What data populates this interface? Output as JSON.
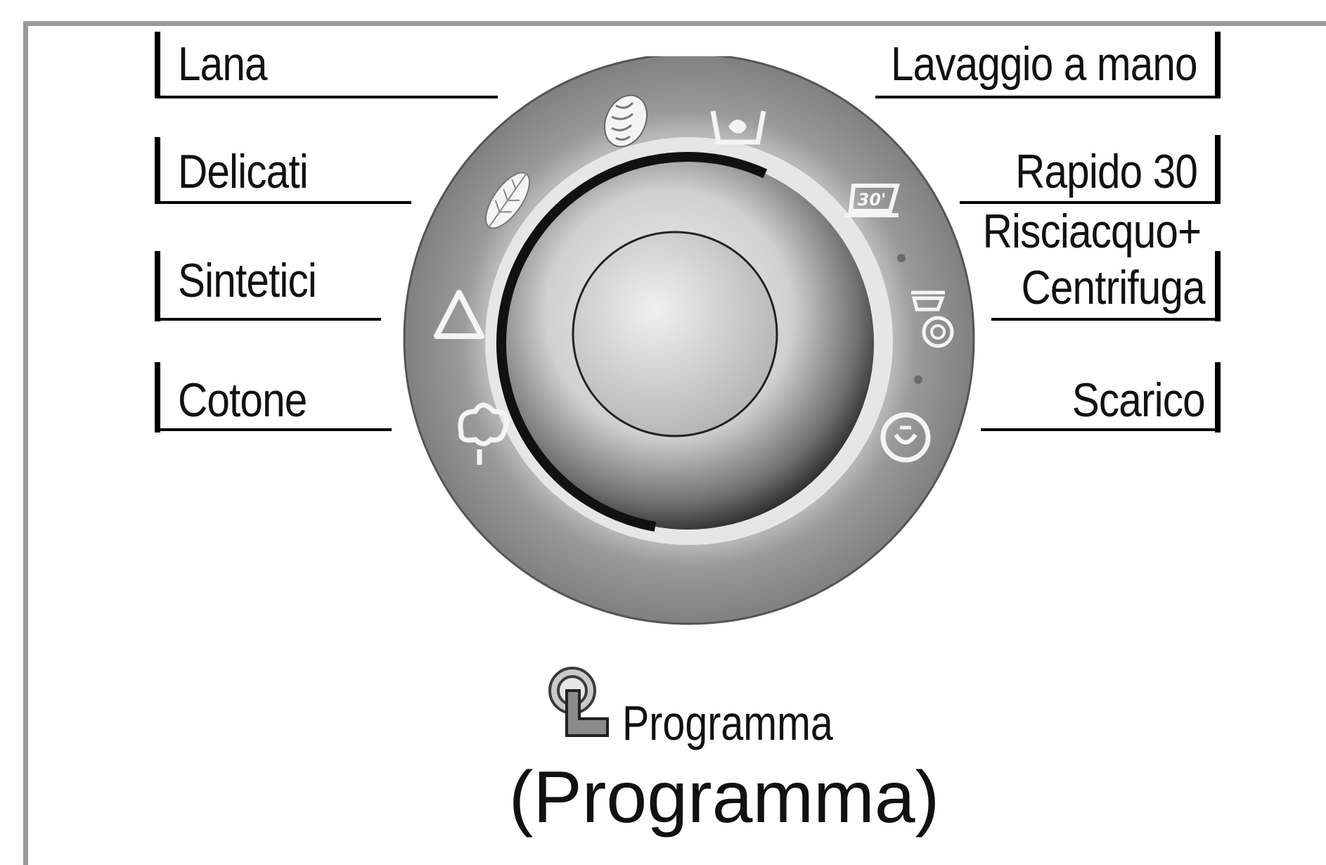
{
  "programs_left": [
    {
      "label": "Lana",
      "icon": "wool-icon"
    },
    {
      "label": "Delicati",
      "icon": "leaf-icon"
    },
    {
      "label": "Sintetici",
      "icon": "triangle-icon"
    },
    {
      "label": "Cotone",
      "icon": "cotton-icon"
    }
  ],
  "programs_right": [
    {
      "label": "Lavaggio a mano",
      "icon": "hand-wash-icon"
    },
    {
      "label": "Rapido 30",
      "icon": "quick-30-icon"
    },
    {
      "label_line1": "Risciacquo+",
      "label_line2": "Centrifuga",
      "icon": "rinse-spin-icon"
    },
    {
      "label": "Scarico",
      "icon": "drain-icon"
    }
  ],
  "dial_caption": "Programma",
  "dial_title": "(Programma)",
  "touch_icon": "touch-icon",
  "colors": {
    "frame": "#9a9a9a",
    "dial_ring": "#8a8a8a",
    "text": "#111111"
  }
}
